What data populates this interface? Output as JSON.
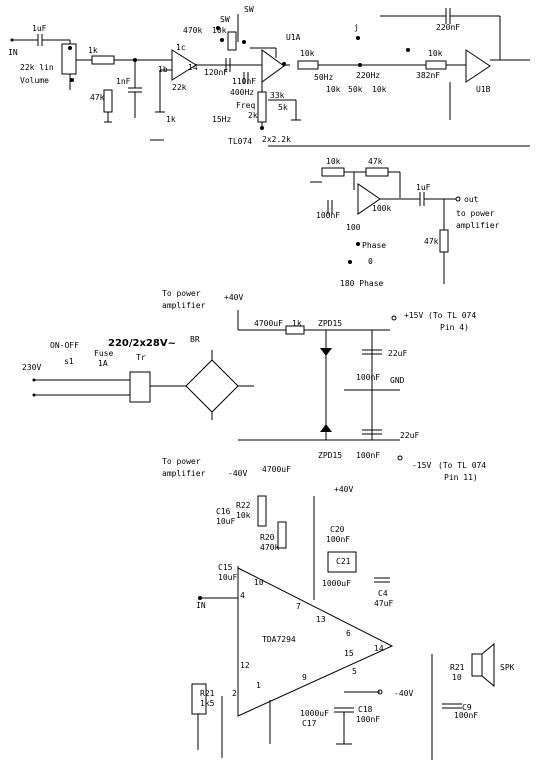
{
  "preamp": {
    "input": "IN",
    "cap_1": "1uF",
    "volume_pot": "22k lin",
    "volume_label": "Volume",
    "r_1k_a": "1k",
    "c_1nF": "1nF",
    "r_47k": "47k",
    "r_1k_b": "1k",
    "label_1b": "1b",
    "label_ic1": "1c",
    "switch_sel": "SW",
    "r_470k": "470k",
    "r_10k_sw": "10k",
    "label_14": "14",
    "r_22k": "22k",
    "c_120nF": "120nF",
    "c_110nF": "110nF",
    "r_2k": "2k",
    "freq_400": "400Hz",
    "freq_15": "15Hz",
    "freq_label": "Freq",
    "pot_dual": "2x2.2k",
    "r_33k": "33k",
    "r_5k": "5k",
    "section_u1a": "U1A",
    "label_top_sw": "SW",
    "r_10k_a": "10k",
    "freq_50": "50Hz",
    "r_10k_b": "10k",
    "freq_220": "220Hz",
    "r_10k_c": "10k",
    "r_10k_d": "10k",
    "r_50k": "50k",
    "node_j": "j",
    "c_220nF": "220nF",
    "c_382nF": "382nF",
    "section_u1b": "U1B",
    "dual_opamp": "TL074"
  },
  "output_stage": {
    "r_10k": "10k",
    "r_47k": "47k",
    "c_100nF": "100nF",
    "r_100k": "100k",
    "c_1uF": "1uF",
    "r_100": "100",
    "out": "out",
    "to_power": "to power",
    "amplifier": "amplifier",
    "r_47k_b": "47k",
    "phase": "Phase",
    "phase_0": "0",
    "phase_180": "180 Phase"
  },
  "power_supply": {
    "to_power_top": "To power",
    "amplifier_top": "amplifier",
    "v_pos_top": "+40V",
    "mains_switch": "ON-OFF",
    "mains_voltage": "230V",
    "s1": "s1",
    "fuse": "Fuse",
    "fuse_rating": "1A",
    "transformer": "Tr",
    "trafo_rating": "220/2x28V~",
    "bridge": "BR",
    "rail_pos": "+15V",
    "note_pos": "(To TL 074",
    "pin_pos": "Pin 4)",
    "c_4700": "4700uF",
    "r_1k": "1k",
    "zener_top": "ZPD15",
    "c_22uF": "22uF",
    "c_100nF_a": "100nF",
    "gnd": "GND",
    "zener_bot": "ZPD15",
    "c_100nF_b": "100nF",
    "c_22uF_b": "22uF",
    "rail_neg": "-15V",
    "note_neg": "(To TL 074",
    "pin_neg": "Pin 11)",
    "to_power_bot": "To power",
    "amplifier_bot": "amplifier",
    "v_neg_bot": "-40V",
    "c_4700_b": "4700uF"
  },
  "power_amp": {
    "r22_label": "R22",
    "r22_value": "10k",
    "c16": "C16",
    "c16_value": "10uF",
    "v_pos": "+40V",
    "r20": "R20",
    "r20_value": "470k",
    "c20": "C20",
    "c20_value": "100nF",
    "c21": "C21",
    "c21_value": "1000uF",
    "c15": "C15",
    "c15_value": "10uF",
    "pin_10": "10",
    "pin_7": "7",
    "pin_13": "13",
    "pin_6": "6",
    "pin_14": "14",
    "pin_15": "15",
    "pin_4": "4",
    "pin_12": "12",
    "pin_1": "1",
    "pin_2": "2",
    "pin_9": "9",
    "pin_5": "5",
    "c4": "C4",
    "c4_value": "47uF",
    "chip": "TDA7294",
    "input": "IN",
    "r21": "R21",
    "r21_value": "1k5",
    "v_neg": "-40V",
    "c17": "C17",
    "c17_value": "1000uF",
    "c18": "C18",
    "c18_value": "100nF",
    "spk_r": "R21",
    "spk_r_value": "10",
    "c9": "C9",
    "c9_value": "100nF",
    "speaker": "SPK"
  }
}
